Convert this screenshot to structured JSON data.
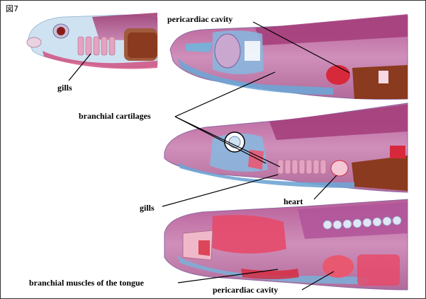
{
  "figure_label": "図7",
  "labels": {
    "gills_top": "gills",
    "pericardiac_top": "pericardiac cavity",
    "branchial_cartilages": "branchial cartilages",
    "gills_mid": "gills",
    "heart": "heart",
    "branchial_muscles": "branchial muscles of the tongue",
    "pericardiac_bottom": "pericardiac cavity"
  },
  "colors": {
    "muscle": "#a6356e",
    "muscle_light": "#d38db5",
    "cartilage_blue": "#7ab0d8",
    "cartilage_light": "#c7dff0",
    "liver": "#8a3a1e",
    "red": "#d8283c",
    "pink": "#e88aa6",
    "line": "#000000"
  }
}
